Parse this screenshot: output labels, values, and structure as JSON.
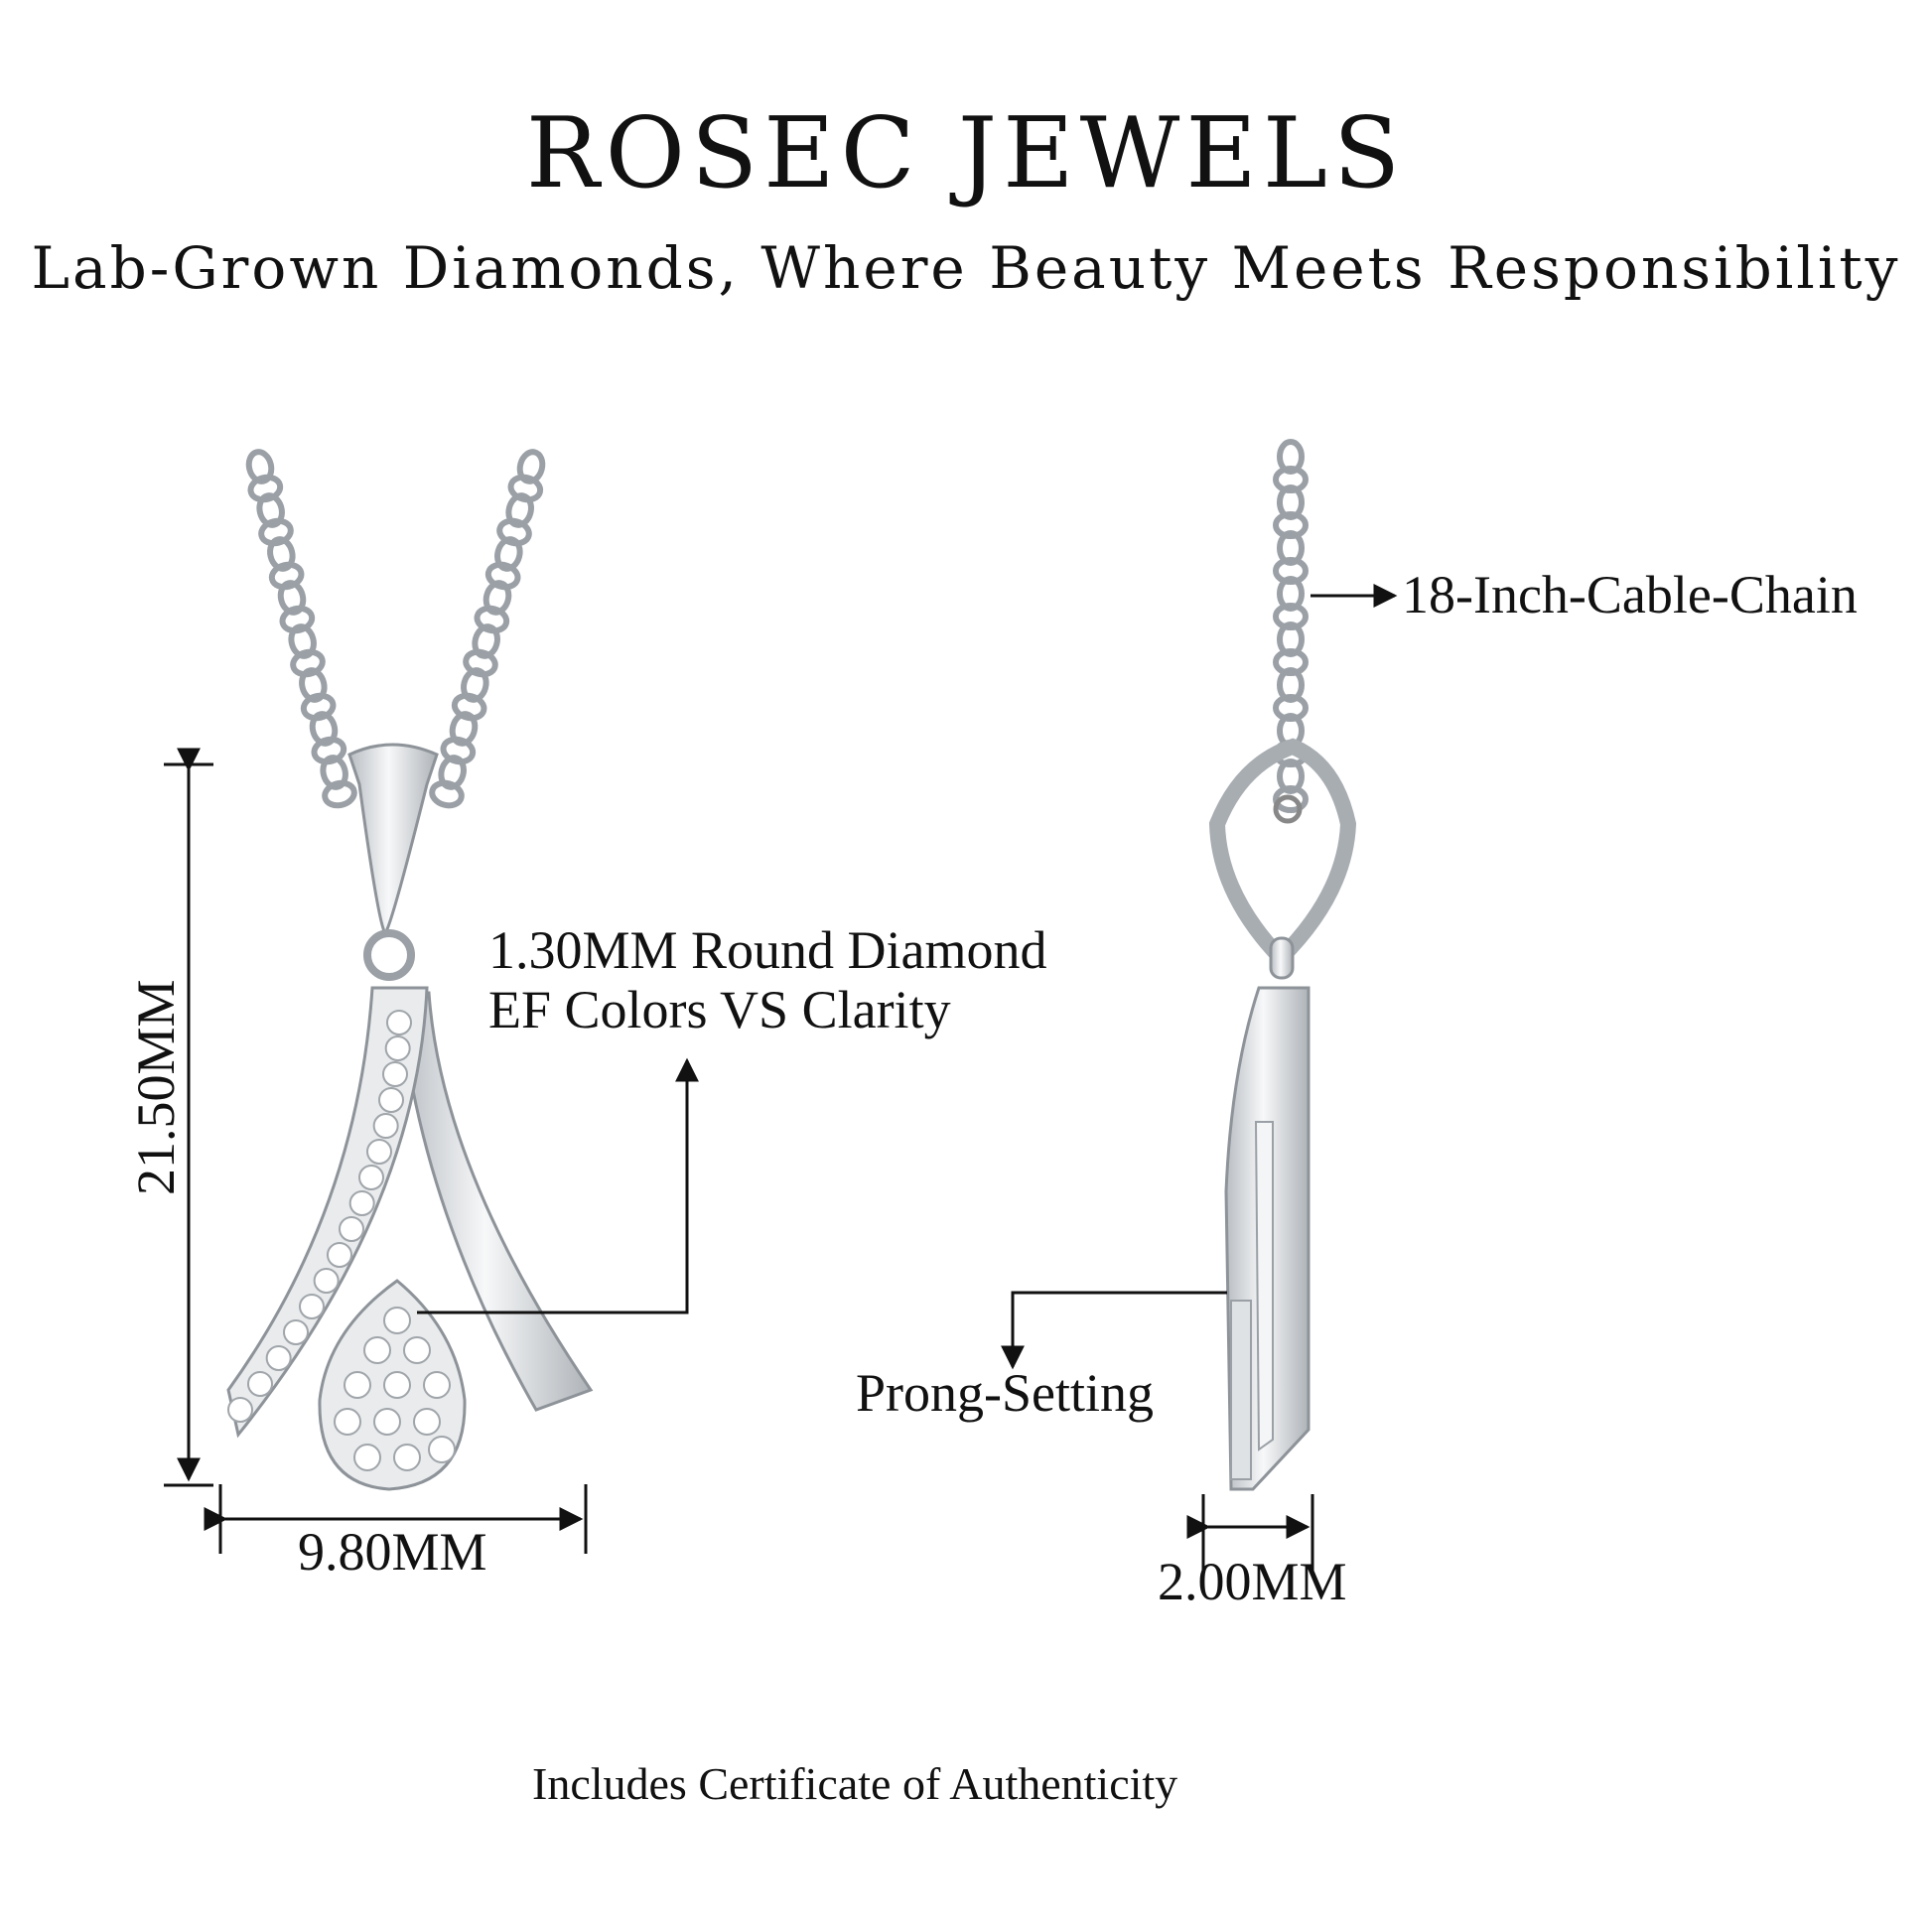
{
  "header": {
    "brand": "ROSEC JEWELS",
    "tagline": "Lab-Grown Diamonds, Where Beauty Meets Responsibility"
  },
  "annotations": {
    "height": "21.50MM",
    "width": "9.80MM",
    "thickness": "2.00MM",
    "stone_line1": "1.30MM Round Diamond",
    "stone_line2": "EF Colors VS Clarity",
    "chain": "18-Inch-Cable-Chain",
    "setting": "Prong-Setting"
  },
  "footer": {
    "certificate": "Includes Certificate of Authenticity"
  },
  "colors": {
    "metal": "#d9dcdf",
    "metal_shade": "#9aa0a6",
    "ink": "#111111"
  }
}
